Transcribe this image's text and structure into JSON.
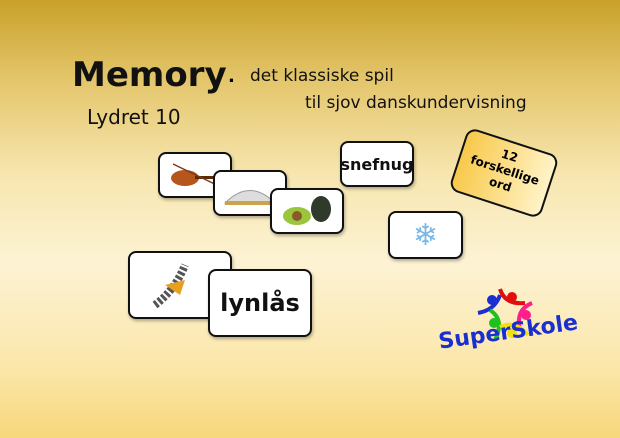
{
  "title": "Memory",
  "subtitle": "Lydret 10",
  "bullet": ".",
  "tagline_1": "det klassiske spil",
  "tagline_2": "til sjov danskundervisning",
  "cards": {
    "word_1": "snefnug",
    "word_2": "lynlås"
  },
  "badge": {
    "line1": "12",
    "line2": "forskellige",
    "line3": "ord"
  },
  "logo": "SuperSkole"
}
